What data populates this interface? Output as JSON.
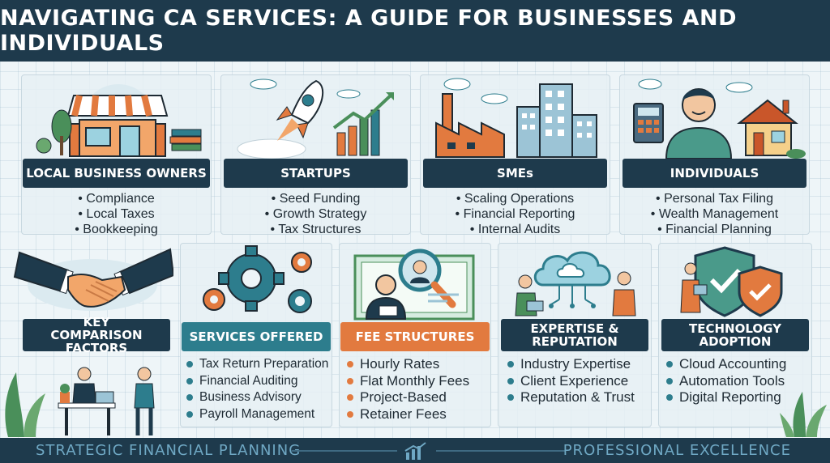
{
  "title": "NAVIGATING CA SERVICES: A GUIDE FOR BUSINESSES AND INDIVIDUALS",
  "colors": {
    "navy": "#1e3a4c",
    "teal": "#2d7d8d",
    "orange": "#e27a3f",
    "green": "#4a8f5a"
  },
  "segments": [
    {
      "label": "LOCAL BUSINESS OWNERS",
      "icon": "storefront-icon",
      "items": [
        "Compliance",
        "Local Taxes",
        "Bookkeeping"
      ]
    },
    {
      "label": "STARTUPS",
      "icon": "rocket-icon",
      "items": [
        "Seed Funding",
        "Growth Strategy",
        "Tax Structures"
      ]
    },
    {
      "label": "SMEs",
      "icon": "factory-icon",
      "items": [
        "Scaling Operations",
        "Financial Reporting",
        "Internal Audits"
      ]
    },
    {
      "label": "INDIVIDUALS",
      "icon": "person-house-icon",
      "items": [
        "Personal Tax Filing",
        "Wealth Management",
        "Financial Planning"
      ]
    }
  ],
  "factors": {
    "key": {
      "label": "KEY COMPARISON FACTORS",
      "icon": "handshake-icon"
    },
    "services": {
      "label": "SERVICES OFFERED",
      "icon": "gears-icon",
      "items": [
        "Tax Return Preparation",
        "Financial Auditing",
        "Business Advisory",
        "Payroll Management"
      ]
    },
    "fees": {
      "label": "FEE STRUCTURES",
      "icon": "certificate-magnifier-icon",
      "items": [
        "Hourly Rates",
        "Flat Monthly Fees",
        "Project-Based",
        "Retainer Fees"
      ]
    },
    "expertise": {
      "label": "EXPERTISE & REPUTATION",
      "icon": "cloud-network-icon",
      "items": [
        "Industry Expertise",
        "Client Experience",
        "Reputation & Trust"
      ]
    },
    "tech": {
      "label": "TECHNOLOGY ADOPTION",
      "icon": "shield-check-icon",
      "items": [
        "Cloud Accounting",
        "Automation Tools",
        "Digital Reporting"
      ]
    }
  },
  "footer": {
    "left": "STRATEGIC FINANCIAL PLANNING",
    "right": "PROFESSIONAL EXCELLENCE"
  }
}
